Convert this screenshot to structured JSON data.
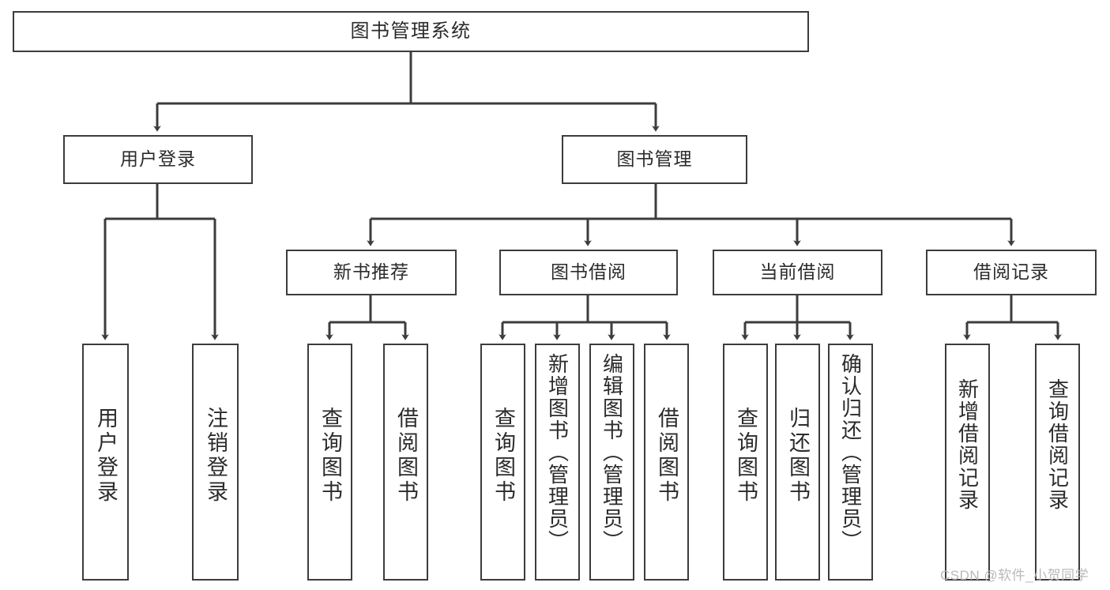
{
  "diagram": {
    "type": "tree",
    "title": "图书管理系统",
    "watermark": "CSDN @软件_小贺同学",
    "colors": {
      "stroke": "#3c3c3c",
      "fill": "#ffffff",
      "text": "#2b2b2b",
      "watermark": "#b9b9b9"
    },
    "nodes": {
      "root": {
        "label": "图书管理系统"
      },
      "level2": [
        {
          "id": "user-login",
          "label": "用户登录"
        },
        {
          "id": "book-manage",
          "label": "图书管理"
        }
      ],
      "level3": [
        {
          "id": "new-book-recommend",
          "label": "新书推荐"
        },
        {
          "id": "book-borrow",
          "label": "图书借阅"
        },
        {
          "id": "current-borrow",
          "label": "当前借阅"
        },
        {
          "id": "borrow-record",
          "label": "借阅记录"
        }
      ],
      "leaves": {
        "user-login": [
          {
            "id": "leaf-user-login",
            "label": "用户登录"
          },
          {
            "id": "leaf-logout-login",
            "label": "注销登录"
          }
        ],
        "new-book-recommend": [
          {
            "id": "leaf-query-book-1",
            "label": "查询图书"
          },
          {
            "id": "leaf-borrow-book-1",
            "label": "借阅图书"
          }
        ],
        "book-borrow": [
          {
            "id": "leaf-query-book-2",
            "label": "查询图书"
          },
          {
            "id": "leaf-add-book",
            "label": "新增图书（管理员）"
          },
          {
            "id": "leaf-edit-book",
            "label": "编辑图书（管理员）"
          },
          {
            "id": "leaf-borrow-book-2",
            "label": "借阅图书"
          }
        ],
        "current-borrow": [
          {
            "id": "leaf-query-book-3",
            "label": "查询图书"
          },
          {
            "id": "leaf-return-book",
            "label": "归还图书"
          },
          {
            "id": "leaf-confirm-return",
            "label": "确认归还（管理员）"
          }
        ],
        "borrow-record": [
          {
            "id": "leaf-add-record",
            "label": "新增借阅记录"
          },
          {
            "id": "leaf-query-record",
            "label": "查询借阅记录"
          }
        ]
      }
    }
  }
}
